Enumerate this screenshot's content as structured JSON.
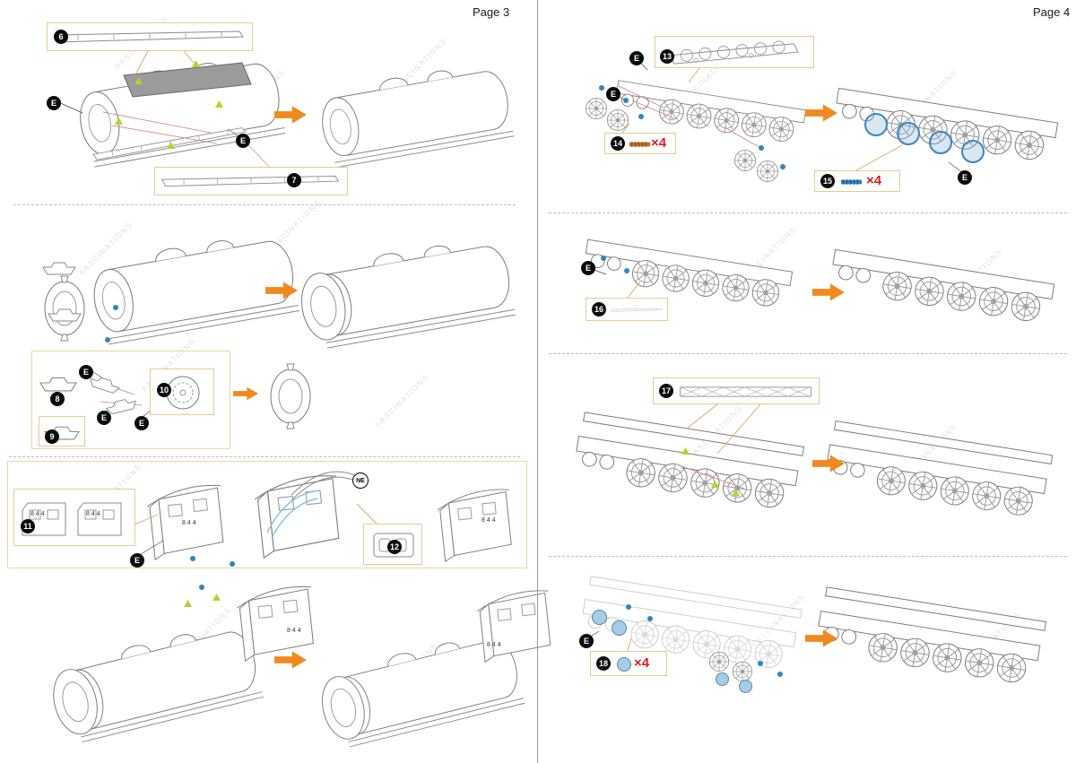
{
  "page3": {
    "title": "Page 3",
    "steps": {
      "6": "6",
      "7": "7",
      "8": "8",
      "9": "9",
      "10": "10",
      "11": "11",
      "12": "12"
    }
  },
  "page4": {
    "title": "Page 4",
    "steps": {
      "13": "13",
      "14": "14",
      "15": "15",
      "16": "16",
      "17": "17",
      "18": "18"
    }
  },
  "labels": {
    "edge_tab": "E",
    "no_edge_tab": "NE",
    "multiplier_x4": "×4",
    "cab_number": "844"
  },
  "watermark": "FASCINATIONS",
  "colors": {
    "assembly_arrow_orange": "#f08a1e",
    "multiplier_red": "#e01b1b",
    "attach_dot_blue": "#2f86c0",
    "washer_disc_blue": "#a9cce6",
    "alignment_triangle_green": "#bccf33",
    "part_box_border_tan": "#e6cb92",
    "rivet_orange": "#c96a1e",
    "rivet_blue": "#2b7fc0"
  }
}
